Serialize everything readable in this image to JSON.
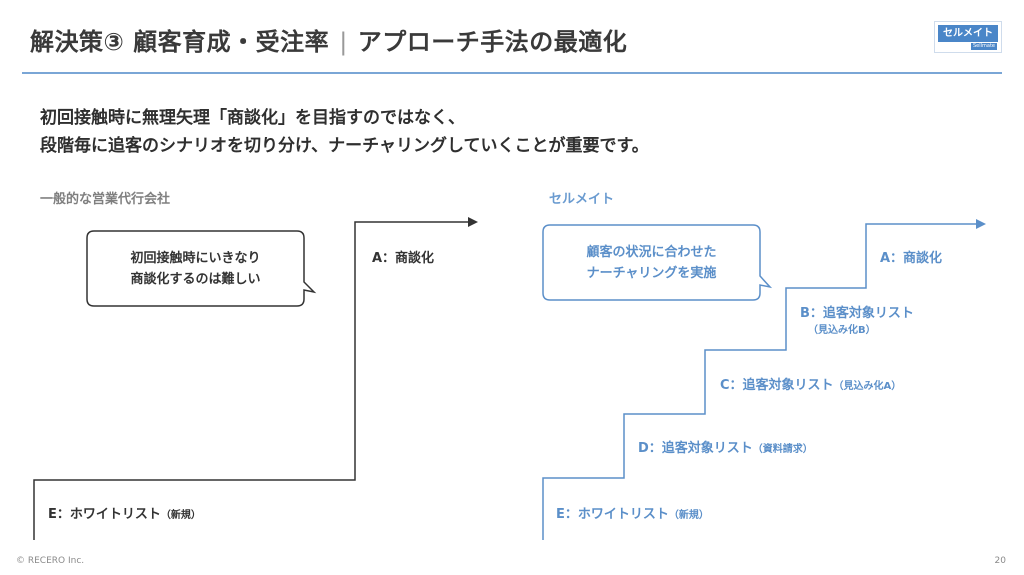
{
  "header": {
    "title_main": "解決策③ 顧客育成・受注率",
    "title_sep": "|",
    "title_sub": "アプローチ手法の最適化",
    "logo_text": "セルメイト",
    "logo_sub": "Sellmate"
  },
  "lead": {
    "line1": "初回接触時に無理矢理「商談化」を目指すのではなく、",
    "line2": "段階毎に追客のシナリオを切り分け、ナーチャリングしていくことが重要です。"
  },
  "left": {
    "label": "一般的な営業代行会社",
    "bubble_line1": "初回接触時にいきなり",
    "bubble_line2": "商談化するのは難しい",
    "step_a": "A：商談化",
    "step_e": "E：ホワイトリスト",
    "step_e_note": "（新規）"
  },
  "right": {
    "label": "セルメイト",
    "bubble_line1": "顧客の状況に合わせた",
    "bubble_line2": "ナーチャリングを実施",
    "step_a": "A：商談化",
    "step_b": "B：追客対象リスト",
    "step_b_note": "（見込み化B）",
    "step_c": "C：追客対象リスト",
    "step_c_note": "（見込み化A）",
    "step_d": "D：追客対象リスト",
    "step_d_note": "（資料請求）",
    "step_e": "E：ホワイトリスト",
    "step_e_note": "（新規）"
  },
  "footer": {
    "copyright": "© RECERO Inc.",
    "page": "20"
  },
  "colors": {
    "accent": "#5b8fc9",
    "rule": "#7aa6d6",
    "dark_line": "#333333"
  }
}
